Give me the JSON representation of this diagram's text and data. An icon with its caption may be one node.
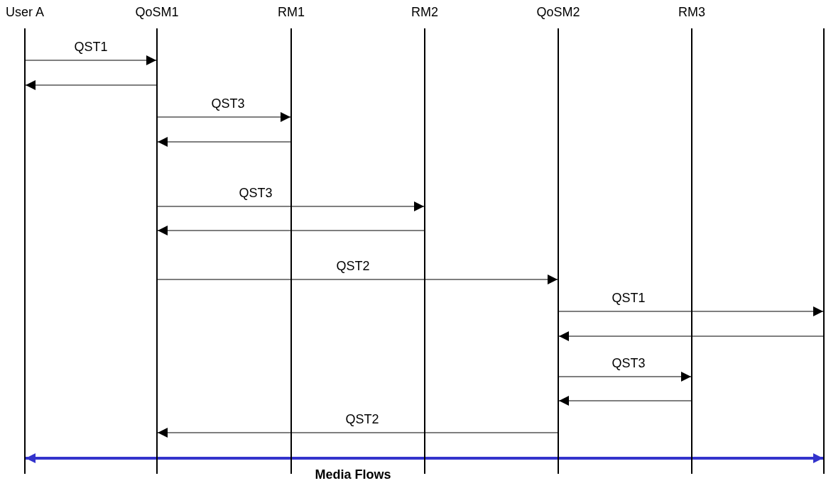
{
  "diagram": {
    "nodes": [
      {
        "text": [
          "User A"
        ]
      },
      {
        "text": [
          "QoSM1"
        ]
      },
      {
        "text": [
          "RM1"
        ]
      },
      {
        "text": [
          "RM2"
        ]
      },
      {
        "text": [
          "QoSM2"
        ]
      },
      {
        "text": [
          "RM3"
        ]
      },
      {
        "text": [],
        "shape": "bar"
      }
    ],
    "edges": [
      {
        "from": 0,
        "to": 1,
        "arrow": "to",
        "label": "QST1"
      },
      {
        "from": 1,
        "to": 0,
        "arrow": "to"
      },
      {
        "from": 1,
        "to": 2,
        "arrow": "to",
        "label": "QST3"
      },
      {
        "from": 2,
        "to": 1,
        "arrow": "to"
      },
      {
        "from": 1,
        "to": 3,
        "arrow": "to",
        "label": "QST3"
      },
      {
        "from": 3,
        "to": 1,
        "arrow": "to"
      },
      {
        "from": 1,
        "to": 4,
        "arrow": "to",
        "label": "QST2"
      },
      {
        "from": 4,
        "to": 6,
        "arrow": "to",
        "label": "QST1"
      },
      {
        "from": 6,
        "to": 4,
        "arrow": "to"
      },
      {
        "from": 4,
        "to": 5,
        "arrow": "to",
        "label": "QST3"
      },
      {
        "from": 5,
        "to": 4,
        "arrow": "to"
      },
      {
        "from": 4,
        "to": 1,
        "arrow": "to",
        "label": "QST2"
      },
      {
        "from": 0,
        "to": 6,
        "arrow": "both",
        "label": "Media Flows",
        "style": "thick",
        "color": "#3333cc"
      }
    ]
  }
}
